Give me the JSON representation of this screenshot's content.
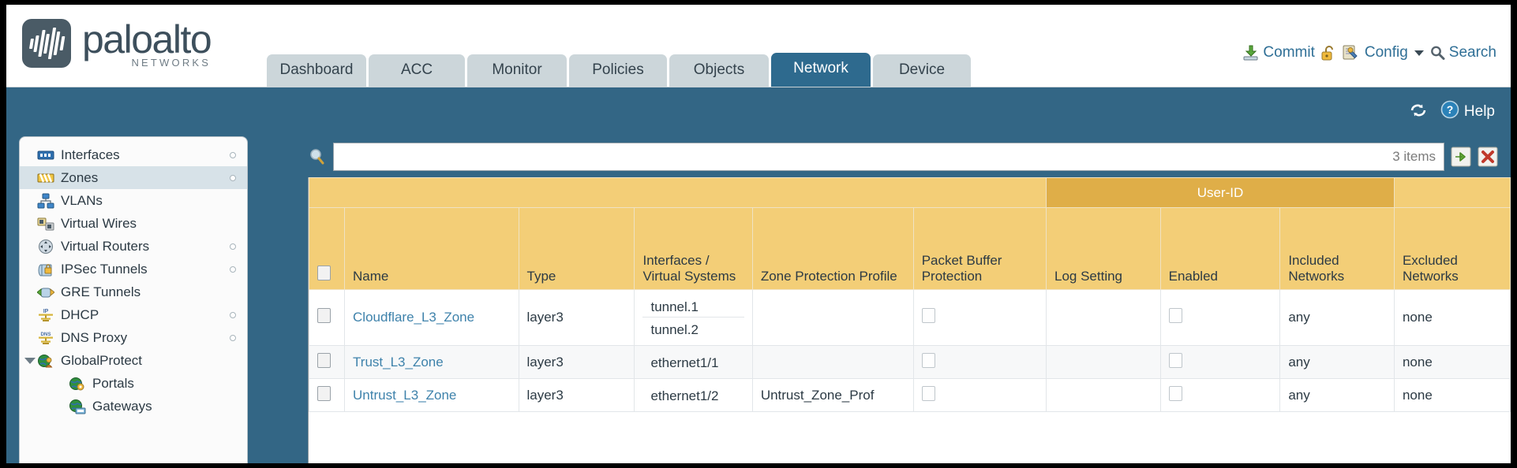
{
  "brand": {
    "name": "paloalto",
    "sub": "NETWORKS",
    "registered": "®"
  },
  "nav": {
    "tabs": [
      {
        "label": "Dashboard",
        "active": false,
        "width": 126
      },
      {
        "label": "ACC",
        "active": false,
        "width": 122
      },
      {
        "label": "Monitor",
        "active": false,
        "width": 126
      },
      {
        "label": "Policies",
        "active": false,
        "width": 124
      },
      {
        "label": "Objects",
        "active": false,
        "width": 126
      },
      {
        "label": "Network",
        "active": true,
        "width": 126
      },
      {
        "label": "Device",
        "active": false,
        "width": 124
      }
    ]
  },
  "toolbar": {
    "commit_label": "Commit",
    "config_label": "Config",
    "search_label": "Search",
    "lock_icon": "unlock-icon"
  },
  "band": {
    "refresh_icon": "refresh-icon",
    "help_label": "Help"
  },
  "sidebar": {
    "items": [
      {
        "label": "Interfaces",
        "icon": "interfaces-icon",
        "selected": false,
        "dot": true,
        "child": false,
        "expander": false
      },
      {
        "label": "Zones",
        "icon": "zones-icon",
        "selected": true,
        "dot": true,
        "child": false,
        "expander": false
      },
      {
        "label": "VLANs",
        "icon": "vlans-icon",
        "selected": false,
        "dot": false,
        "child": false,
        "expander": false
      },
      {
        "label": "Virtual Wires",
        "icon": "virtual-wires-icon",
        "selected": false,
        "dot": false,
        "child": false,
        "expander": false
      },
      {
        "label": "Virtual Routers",
        "icon": "virtual-routers-icon",
        "selected": false,
        "dot": true,
        "child": false,
        "expander": false
      },
      {
        "label": "IPSec Tunnels",
        "icon": "ipsec-tunnels-icon",
        "selected": false,
        "dot": true,
        "child": false,
        "expander": false
      },
      {
        "label": "GRE Tunnels",
        "icon": "gre-tunnels-icon",
        "selected": false,
        "dot": false,
        "child": false,
        "expander": false
      },
      {
        "label": "DHCP",
        "icon": "dhcp-icon",
        "selected": false,
        "dot": true,
        "child": false,
        "expander": false
      },
      {
        "label": "DNS Proxy",
        "icon": "dns-proxy-icon",
        "selected": false,
        "dot": true,
        "child": false,
        "expander": false
      },
      {
        "label": "GlobalProtect",
        "icon": "globalprotect-icon",
        "selected": false,
        "dot": false,
        "child": false,
        "expander": true
      },
      {
        "label": "Portals",
        "icon": "portals-icon",
        "selected": false,
        "dot": false,
        "child": true,
        "expander": false
      },
      {
        "label": "Gateways",
        "icon": "gateways-icon",
        "selected": false,
        "dot": false,
        "child": true,
        "expander": false
      }
    ]
  },
  "search": {
    "value": "",
    "placeholder": "",
    "items_count": "3 items",
    "apply_icon": "green-arrow-icon",
    "clear_icon": "red-x-icon"
  },
  "table": {
    "group_header": "User-ID",
    "columns": [
      "Name",
      "Type",
      "Interfaces / Virtual Systems",
      "Zone Protection Profile",
      "Packet Buffer Protection",
      "Log Setting",
      "Enabled",
      "Included Networks",
      "Excluded Networks"
    ],
    "rows": [
      {
        "name": "Cloudflare_L3_Zone",
        "type": "layer3",
        "interfaces": [
          "tunnel.1",
          "tunnel.2"
        ],
        "zone_protection_profile": "",
        "packet_buffer_protection": false,
        "log_setting": "",
        "userid_enabled": false,
        "included_networks": "any",
        "excluded_networks": "none",
        "selected": false
      },
      {
        "name": "Trust_L3_Zone",
        "type": "layer3",
        "interfaces": [
          "ethernet1/1"
        ],
        "zone_protection_profile": "",
        "packet_buffer_protection": false,
        "log_setting": "",
        "userid_enabled": false,
        "included_networks": "any",
        "excluded_networks": "none",
        "selected": false
      },
      {
        "name": "Untrust_L3_Zone",
        "type": "layer3",
        "interfaces": [
          "ethernet1/2"
        ],
        "zone_protection_profile": "Untrust_Zone_Prof",
        "packet_buffer_protection": false,
        "log_setting": "",
        "userid_enabled": false,
        "included_networks": "any",
        "excluded_networks": "none",
        "selected": false
      }
    ]
  },
  "colors": {
    "brand_blue": "#336685",
    "tab_active": "#2e6a8e",
    "tab_inactive": "#ccd6da",
    "header_amber": "#f3ce77",
    "group_amber": "#dfae48",
    "link_blue": "#3e82ab"
  }
}
